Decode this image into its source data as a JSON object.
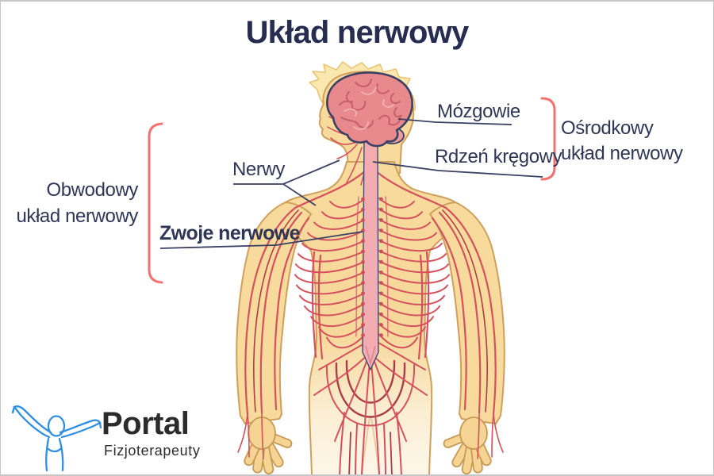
{
  "title": {
    "text": "Układ nerwowy"
  },
  "annotations": {
    "mozgowie": {
      "label": "Mózgowie"
    },
    "rdzen_kregowy": {
      "label": "Rdzeń kręgowy"
    },
    "nerwy": {
      "label": "Nerwy"
    },
    "zwoje_nerwowe": {
      "label": "Zwoje nerwowe"
    },
    "osrodkowy": {
      "line1": "Ośrodkowy",
      "line2": "układ nerwowy"
    },
    "obwodowy": {
      "line1": "Obwodowy",
      "line2": "układ nerwowy"
    }
  },
  "logo": {
    "name": "Portal",
    "subtitle": "Fizjoterapeuty",
    "figure_icon": "raised-arms-person-icon"
  },
  "colors": {
    "background": "#ffffff",
    "frame_border": "#c6c6c6",
    "title_text": "#262d51",
    "label_text": "#2f3656",
    "label_line": "#3a4163",
    "bracket": "#f3716f",
    "skin": "#f7da9c",
    "skin_outline": "#cfa05c",
    "hair": "#fbe8b0",
    "brain": "#e8898d",
    "brain_outline": "#3a4163",
    "spinal_cord": "#f3acb1",
    "nerve_red": "#d5515e",
    "nerve_dark": "#ab3d49",
    "logo_blue": "#2e8fe0",
    "logo_text": "#2b2b2b"
  }
}
